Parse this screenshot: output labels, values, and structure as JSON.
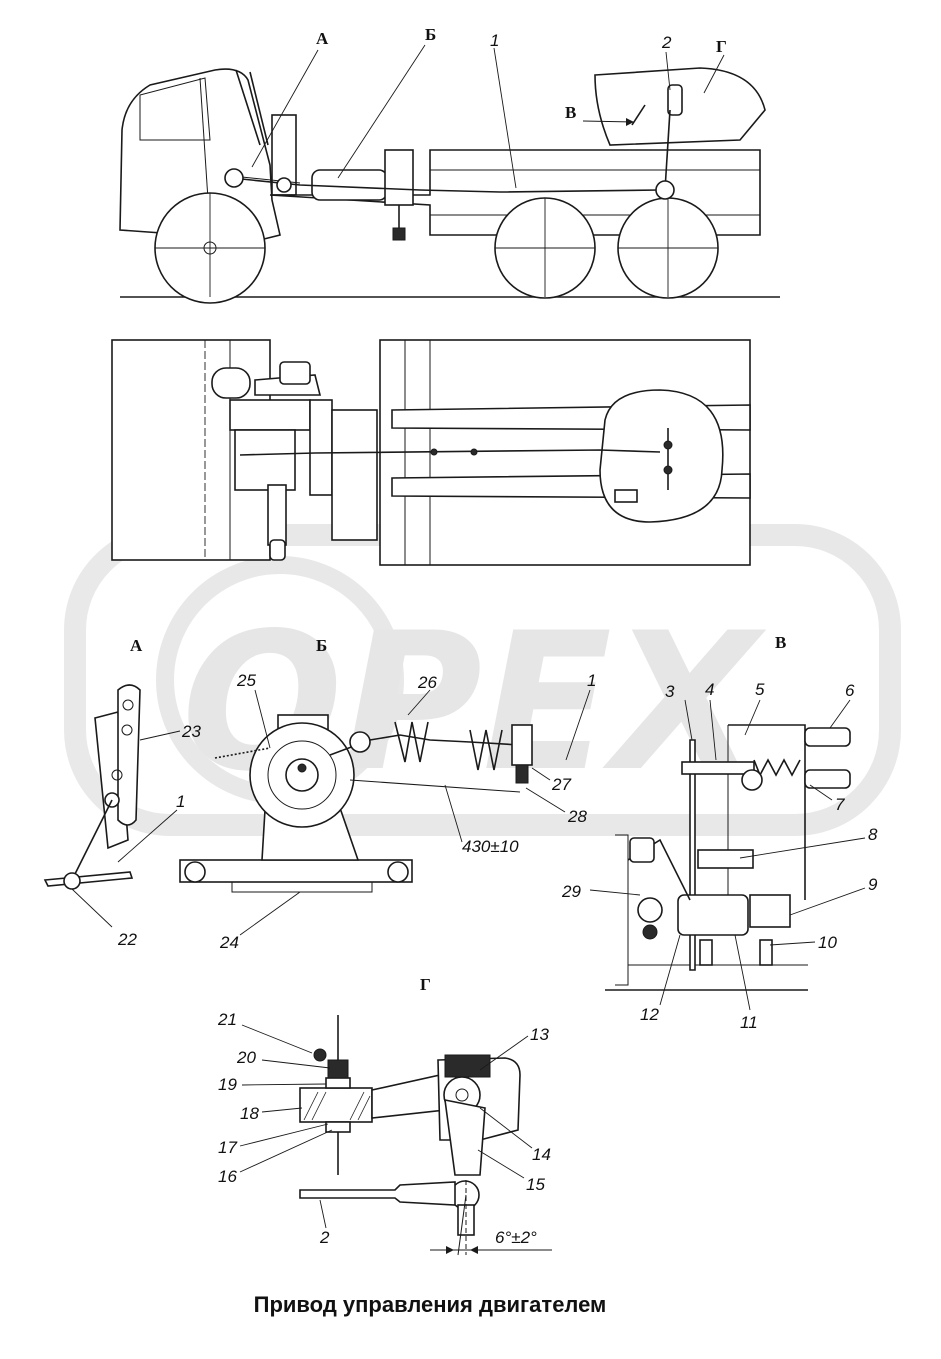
{
  "caption": "Привод управления двигателем",
  "watermark": "OPEX",
  "views": {
    "A": "А",
    "B": "Б",
    "V": "В",
    "G": "Г"
  },
  "dimension": "430±10",
  "angle": "6°±2°",
  "parts": {
    "p1": "1",
    "p2": "2",
    "p3": "3",
    "p4": "4",
    "p5": "5",
    "p6": "6",
    "p7": "7",
    "p8": "8",
    "p9": "9",
    "p10": "10",
    "p11": "11",
    "p12": "12",
    "p13": "13",
    "p14": "14",
    "p15": "15",
    "p16": "16",
    "p17": "17",
    "p18": "18",
    "p19": "19",
    "p20": "20",
    "p21": "21",
    "p22": "22",
    "p23": "23",
    "p24": "24",
    "p25": "25",
    "p26": "26",
    "p27": "27",
    "p28": "28",
    "p29": "29"
  }
}
